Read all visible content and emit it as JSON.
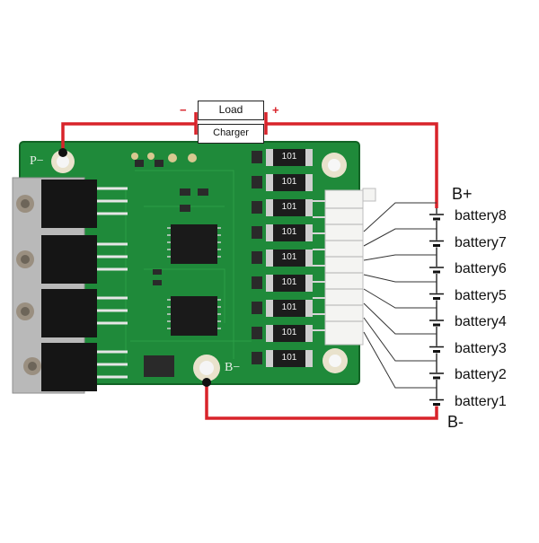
{
  "load_label": "Load",
  "charger_label": "Charger",
  "minus_symbol": "−",
  "plus_symbol": "+",
  "p_minus_label": "P−",
  "b_minus_board_label": "B−",
  "b_plus_label": "B+",
  "b_minus_label": "B-",
  "batteries": [
    "battery8",
    "battery7",
    "battery6",
    "battery5",
    "battery4",
    "battery3",
    "battery2",
    "battery1"
  ],
  "resistor_code": "101",
  "colors": {
    "wire": "#d8232a",
    "pcb": "#1f8a3a",
    "pcb_dark": "#16712d",
    "mosfet": "#151515",
    "heatsink": "#b9b9b9",
    "connector": "#f4f4f2"
  }
}
